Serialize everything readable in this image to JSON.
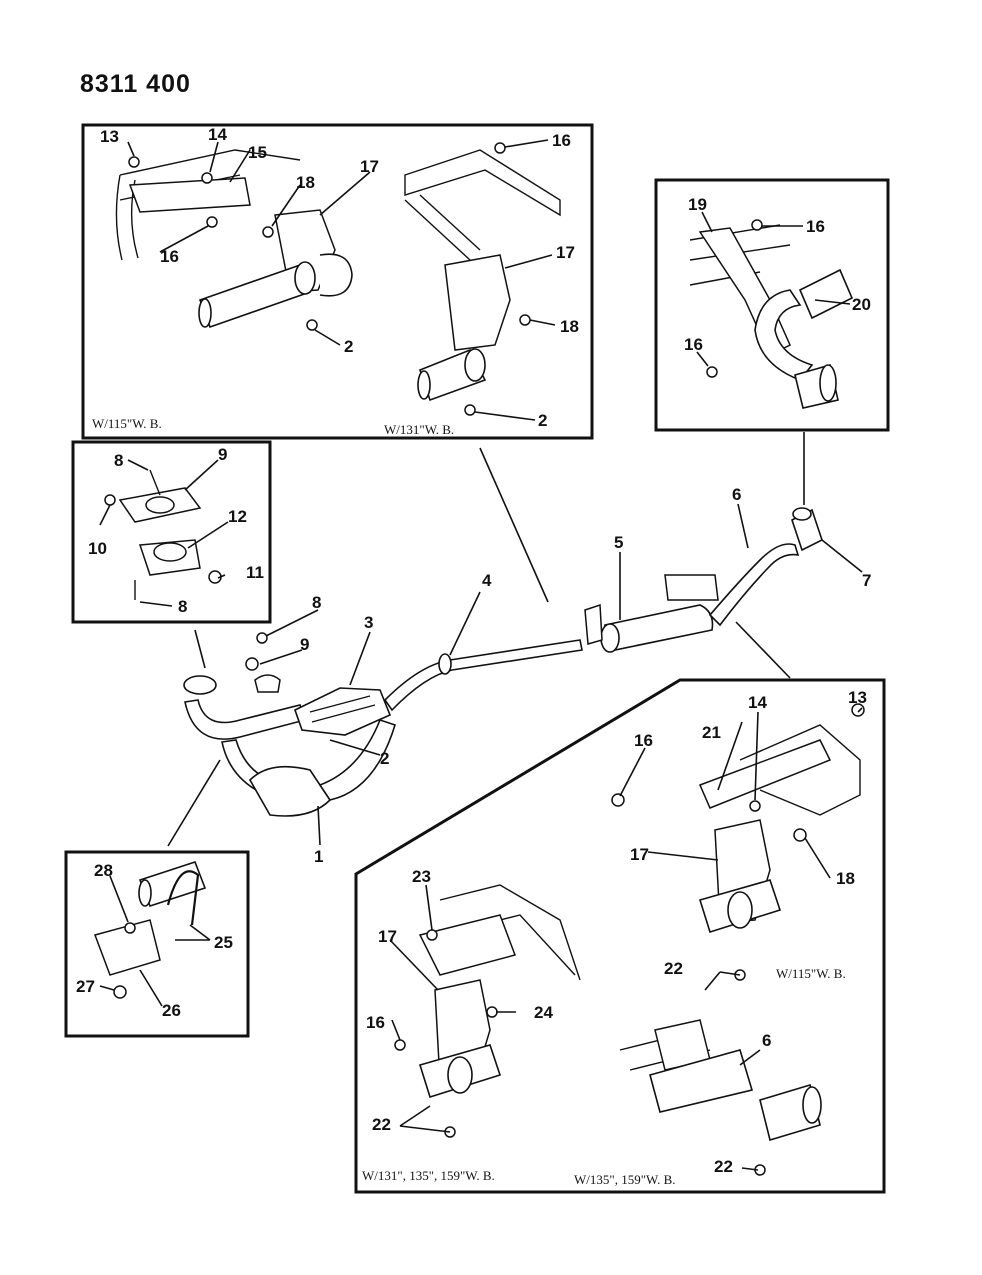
{
  "drawing_code": "8311 400",
  "panel_notes": {
    "top_left_a": "W/115\"W. B.",
    "top_left_b": "W/131\"W. B.",
    "bottom_right_a": "W/115\"W. B.",
    "bottom_right_b": "W/131\", 135\", 159\"W. B.",
    "bottom_right_c": "W/135\", 159\"W. B."
  },
  "callouts": {
    "c1": "1",
    "c2": "2",
    "c3": "3",
    "c4": "4",
    "c5": "5",
    "c6": "6",
    "c7": "7",
    "c8": "8",
    "c9": "9",
    "c10": "10",
    "c11": "11",
    "c12": "12",
    "c13": "13",
    "c14": "14",
    "c15": "15",
    "c16": "16",
    "c17": "17",
    "c18": "18",
    "c19": "19",
    "c20": "20",
    "c21": "21",
    "c22": "22",
    "c23": "23",
    "c24": "24",
    "c25": "25",
    "c26": "26",
    "c27": "27",
    "c28": "28"
  }
}
